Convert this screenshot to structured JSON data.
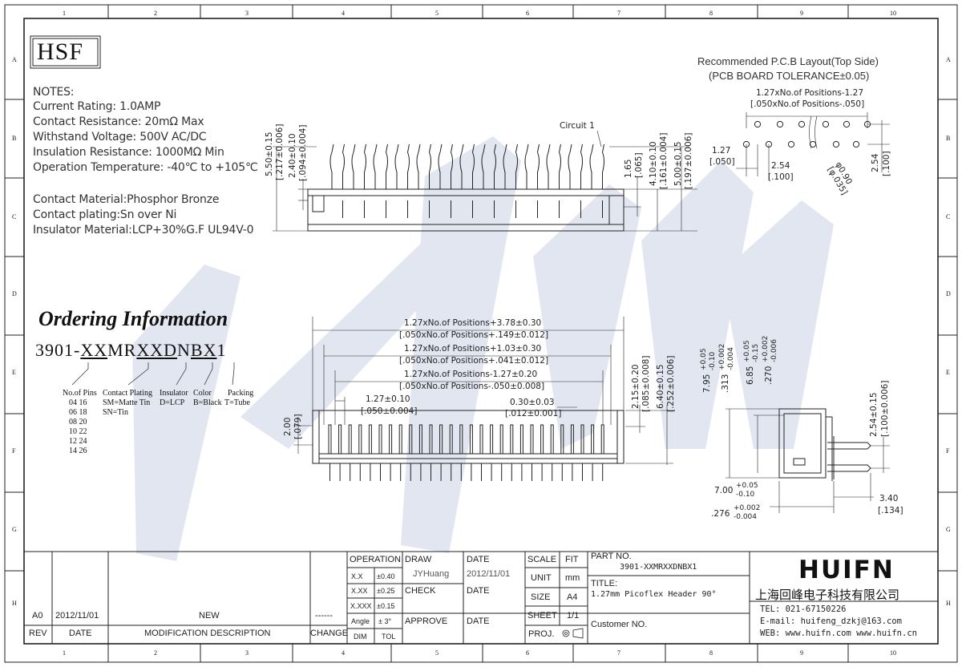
{
  "border": {
    "columns": [
      "1",
      "2",
      "3",
      "4",
      "5",
      "6",
      "7",
      "8",
      "9",
      "10"
    ],
    "rows": [
      "A",
      "B",
      "C",
      "D",
      "E",
      "F",
      "G",
      "H"
    ]
  },
  "logo_text": "HSF",
  "notes": {
    "heading": "NOTES:",
    "lines": [
      "Current Rating: 1.0AMP",
      "Contact Resistance: 20mΩ Max",
      "Withstand Voltage: 500V AC/DC",
      "Insulation Resistance: 1000MΩ Min",
      "Operation Temperature: -40℃ to +105℃"
    ],
    "materials": [
      "Contact Material:Phosphor Bronze",
      "Contact plating:Sn over Ni",
      "Insulator Material:LCP+30%G.F UL94V-0"
    ]
  },
  "pcb_layout": {
    "title1": "Recommended P.C.B Layout(Top Side)",
    "title2": "(PCB BOARD TOLERANCE±0.05)",
    "dim_top_mm": "1.27xNo.of Positions-1.27",
    "dim_top_in": "[.050xNo.of Positions-.050]",
    "dim_127": "1.27",
    "dim_050": "[.050]",
    "dim_254a": "2.54",
    "dim_100a": "[.100]",
    "dim_hole": "φ0.90",
    "dim_hole_in": "[φ.035]",
    "dim_254b": "2.54",
    "dim_100b": "[.100]"
  },
  "top_view": {
    "circuit_label": "Circuit 1",
    "dims_left": [
      "5.50±0.15",
      "[.217±0.006]",
      "2.40±0.10",
      "[.094±0.004]"
    ],
    "dims_right": [
      "1.65",
      "[.065]",
      "4.10±0.10",
      "[.161±0.004]",
      "5.00±0.15",
      "[.197±0.006]"
    ]
  },
  "ordering": {
    "title": "Ordering Information",
    "code_parts": [
      "3901-",
      "XX",
      "MR",
      "XX",
      "D",
      "N",
      "B",
      "X",
      "1"
    ],
    "pins_label": "No.of Pins",
    "pins_values": [
      "04  16",
      "06  18",
      "08  20",
      "10  22",
      "12  24",
      "14  26"
    ],
    "plating_label": "Contact Plating",
    "plating_values": [
      "SM=Matte Tin",
      "SN=Tin"
    ],
    "insulator_label": "Insulator",
    "insulator_value": "D=LCP",
    "color_label": "Color",
    "color_value": "B=Black",
    "packing_label": "Packing",
    "packing_value": "T=Tube"
  },
  "front_view": {
    "dims": [
      "1.27xNo.of Positions+3.78±0.30",
      "[.050xNo.of Positions+.149±0.012]",
      "1.27xNo.of Positions+1.03±0.30",
      "[.050xNo.of Positions+.041±0.012]",
      "1.27xNo.of Positions-1.27±0.20",
      "[.050xNo.of Positions-.050±0.008]",
      "1.27±0.10",
      "[.050±0.004]",
      "0.30±0.03",
      "[.012±0.001]"
    ],
    "dim_left": [
      "2.00",
      "[.079]"
    ],
    "dims_right": [
      "2.15±0.20",
      "[.085±0.008]",
      "6.40±0.15",
      "[.252±0.006]"
    ]
  },
  "side_view": {
    "dims_top": [
      "7.95",
      "+0.05",
      "-0.10",
      ".313",
      "+0.002",
      "-0.004",
      "6.85",
      "+0.05",
      "-0.15",
      ".270",
      "+0.002",
      "-0.006"
    ],
    "dims_right": [
      "2.54±0.15",
      "[.100±0.006]"
    ],
    "dims_bottom": [
      "7.00",
      "+0.05",
      "-0.10",
      ".276",
      "+0.002",
      "-0.004"
    ],
    "dim_340": "3.40",
    "dim_134": "[.134]"
  },
  "title_block": {
    "rev": {
      "code": "A0",
      "date": "2012/11/01",
      "desc": "NEW",
      "change": "------"
    },
    "rev_headers": {
      "rev": "REV",
      "date": "DATE",
      "desc": "MODIFICATION DESCRIPTION",
      "change": "CHANGE"
    },
    "operation": "OPERATION",
    "tolerances": [
      [
        "X.X",
        "±0.40"
      ],
      [
        "X.XX",
        "±0.25"
      ],
      [
        "X.XXX",
        "±0.15"
      ],
      [
        "Angle",
        "± 3°"
      ],
      [
        "DIM",
        "TOL"
      ]
    ],
    "draw_label": "DRAW",
    "draw_value": "JYHuang",
    "check_label": "CHECK",
    "approve_label": "APPROVE",
    "date_label": "DATE",
    "date_value": "2012/11/01",
    "scale_label": "SCALE",
    "fit_label": "FIT",
    "unit_label": "UNIT",
    "unit_value": "mm",
    "size_label": "SIZE",
    "size_value": "A4",
    "sheet_label": "SHEET",
    "sheet_value": "1/1",
    "proj_label": "PROJ.",
    "partno_label": "PART NO.",
    "partno_value": "3901-XXMRXXDNBX1",
    "title_label": "TITLE:",
    "title_value": "1.27mm Picoflex Header 90°",
    "customer_label": "Customer NO.",
    "company_logo": "HUIFN",
    "company_cn": "上海回峰电子科技有限公司",
    "tel": "TEL: 021-67150226",
    "email": "E-mail: huifeng_dzkj@163.com",
    "web": "WEB: www.huifn.com  www.huifn.cn"
  },
  "colors": {
    "line": "#222222",
    "watermark": "#c9d2e6"
  }
}
